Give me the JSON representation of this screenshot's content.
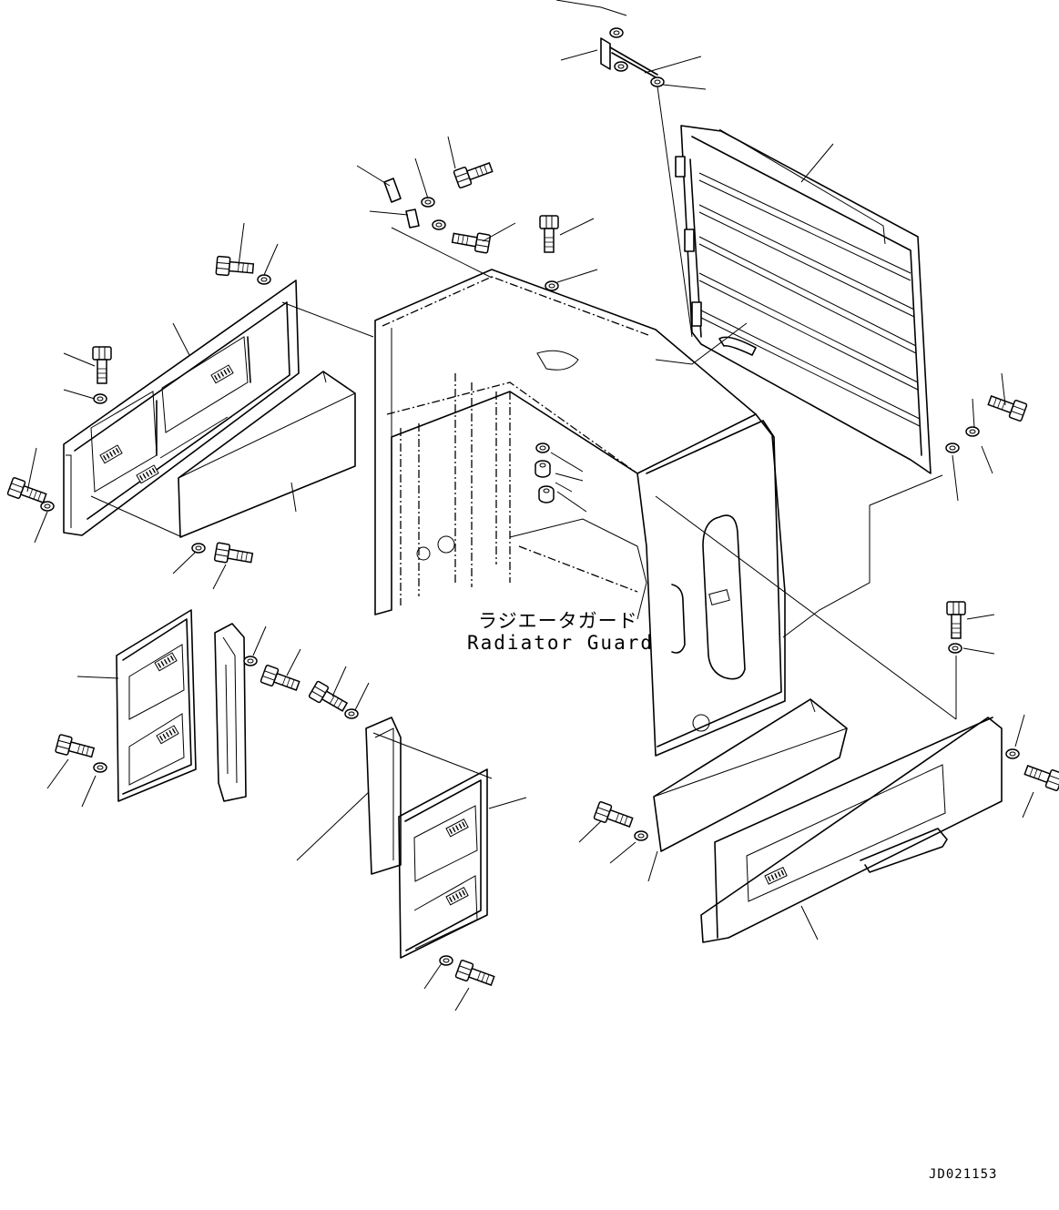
{
  "diagram": {
    "caption_jp": "ラジエータガード",
    "caption_en": "Radiator Guard",
    "drawing_id": "JD021153"
  },
  "colors": {
    "line": "#000000",
    "background": "#ffffff"
  },
  "icons": {
    "bolt": "hex-bolt-icon",
    "washer": "washer-icon",
    "nut": "nut-icon"
  }
}
